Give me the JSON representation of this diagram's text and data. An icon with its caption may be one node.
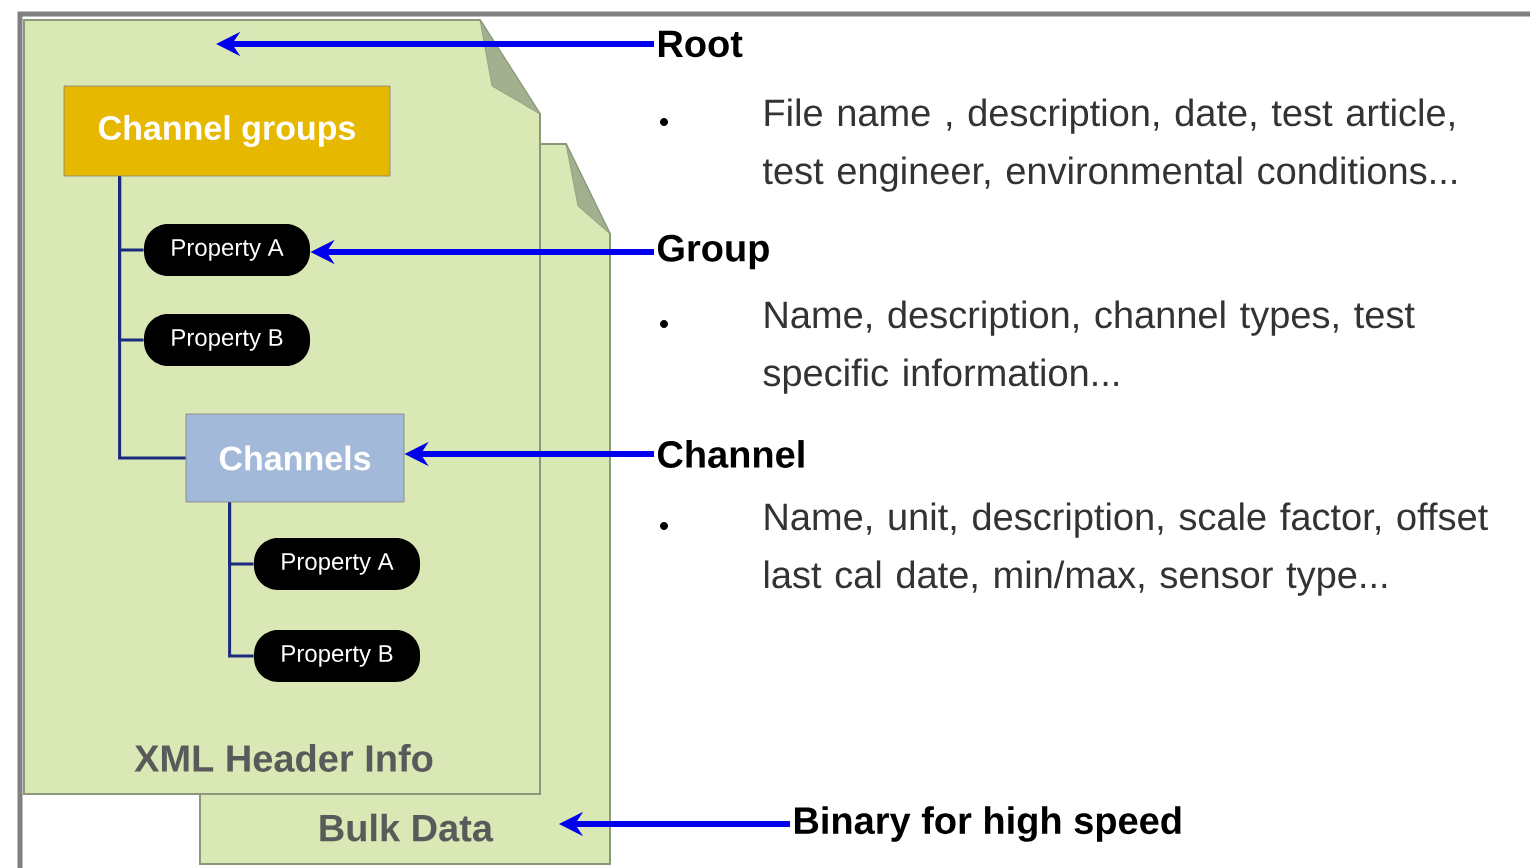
{
  "diagram": {
    "nodes": [
      {
        "text": [
          "Bulk Data"
        ]
      },
      {
        "text": [
          "XML Header Info"
        ]
      },
      {
        "text": [
          "Channel groups"
        ],
        "in": 1
      },
      {
        "text": [
          "Property A"
        ],
        "in": 1
      },
      {
        "text": [
          "Property B"
        ],
        "in": 1
      },
      {
        "text": [
          "Channels"
        ],
        "in": 1
      },
      {
        "text": [
          "Property A"
        ],
        "in": 1
      },
      {
        "text": [
          "Property B"
        ],
        "in": 1
      },
      {
        "text": [
          "Root"
        ]
      },
      {
        "text": [
          "Group"
        ]
      },
      {
        "text": [
          "Channel"
        ]
      },
      {
        "text": [
          "Binary for high speed"
        ]
      }
    ],
    "edges": [
      {
        "from": 2,
        "to": 3,
        "arrow": "none"
      },
      {
        "from": 2,
        "to": 4,
        "arrow": "none"
      },
      {
        "from": 2,
        "to": 5,
        "arrow": "none"
      },
      {
        "from": 5,
        "to": 6,
        "arrow": "none"
      },
      {
        "from": 5,
        "to": 7,
        "arrow": "none"
      },
      {
        "from": 8,
        "to": 1,
        "arrow": "to",
        "style": "thick",
        "color": "#0000ee"
      },
      {
        "from": 9,
        "to": 3,
        "arrow": "to",
        "style": "thick",
        "color": "#0000ee"
      },
      {
        "from": 10,
        "to": 5,
        "arrow": "to",
        "style": "thick",
        "color": "#0000ee"
      },
      {
        "from": 11,
        "to": 0,
        "arrow": "to",
        "style": "thick",
        "color": "#0000ee"
      }
    ],
    "labels": [
      "File name , description, date, test article, test engineer, environmental conditions...",
      "Name, description, channel types, test specific information...",
      "Name, unit, description, scale factor, offset last cal date, min/max,  sensor type..."
    ]
  }
}
